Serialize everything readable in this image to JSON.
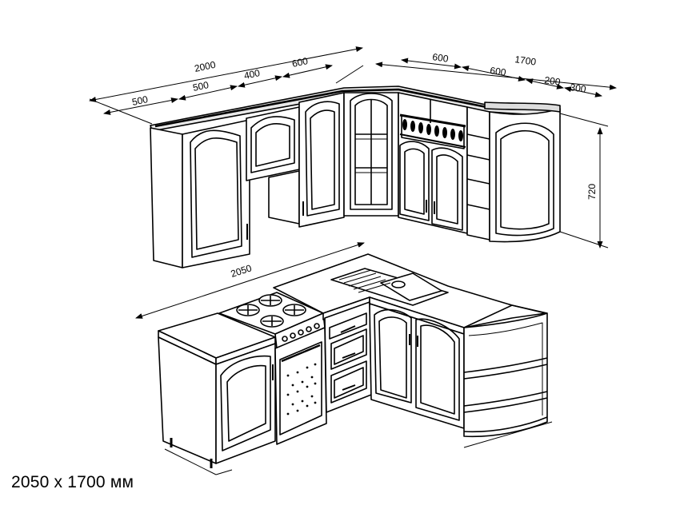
{
  "caption": "2050 x 1700 мм",
  "dimensions": {
    "upper_left_total": "2000",
    "upper_left_500_a": "500",
    "upper_left_500_b": "500",
    "upper_left_400": "400",
    "upper_left_600": "600",
    "upper_right_total": "1700",
    "upper_right_600_a": "600",
    "upper_right_600_b": "600",
    "upper_right_200": "200",
    "upper_right_300": "300",
    "height": "720",
    "lower_total": "2050"
  },
  "colors": {
    "line": "#000000",
    "fill": "#ffffff",
    "shade": "#d9d9d9"
  }
}
